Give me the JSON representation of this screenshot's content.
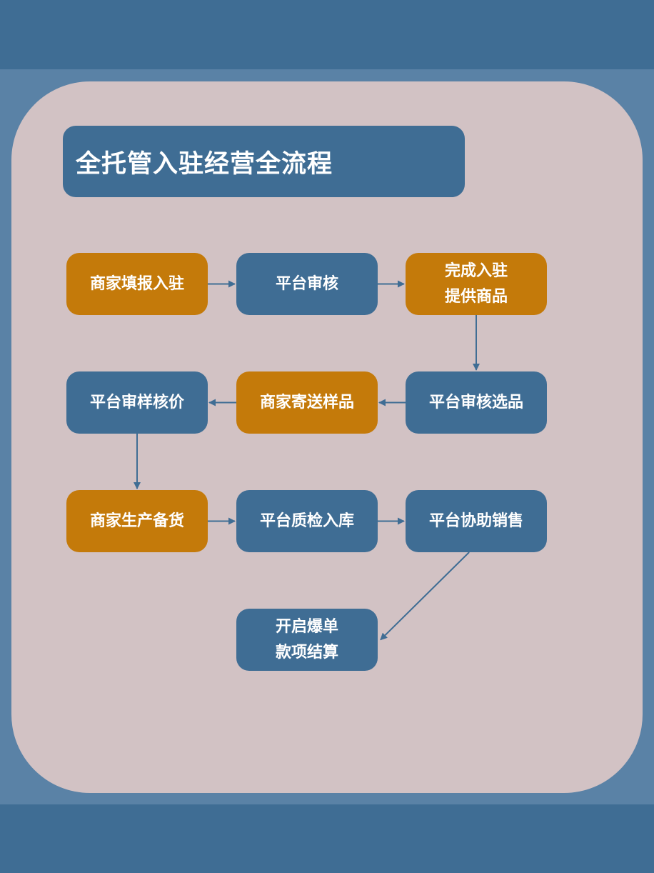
{
  "title": "全托管入驻经营全流程",
  "colors": {
    "frame": "#5a82a6",
    "band": "#3f6d94",
    "card": "#d2c2c4",
    "node_blue": "#3f6d94",
    "node_orange": "#c47a0a",
    "arrow": "#3f6d94",
    "text": "#ffffff"
  },
  "nodes": [
    {
      "id": "n1",
      "label": "商家填报入驻",
      "kind": "orange"
    },
    {
      "id": "n2",
      "label": "平台审核",
      "kind": "blue"
    },
    {
      "id": "n3",
      "label": "完成入驻\n提供商品",
      "kind": "orange"
    },
    {
      "id": "n4",
      "label": "平台审核选品",
      "kind": "blue"
    },
    {
      "id": "n5",
      "label": "商家寄送样品",
      "kind": "orange"
    },
    {
      "id": "n6",
      "label": "平台审样核价",
      "kind": "blue"
    },
    {
      "id": "n7",
      "label": "商家生产备货",
      "kind": "orange"
    },
    {
      "id": "n8",
      "label": "平台质检入库",
      "kind": "blue"
    },
    {
      "id": "n9",
      "label": "平台协助销售",
      "kind": "blue"
    },
    {
      "id": "n10",
      "label": "开启爆单\n款项结算",
      "kind": "blue"
    }
  ],
  "edges": [
    {
      "from": "n1",
      "to": "n2"
    },
    {
      "from": "n2",
      "to": "n3"
    },
    {
      "from": "n3",
      "to": "n4"
    },
    {
      "from": "n4",
      "to": "n5"
    },
    {
      "from": "n5",
      "to": "n6"
    },
    {
      "from": "n6",
      "to": "n7"
    },
    {
      "from": "n7",
      "to": "n8"
    },
    {
      "from": "n8",
      "to": "n9"
    },
    {
      "from": "n9",
      "to": "n10"
    }
  ]
}
